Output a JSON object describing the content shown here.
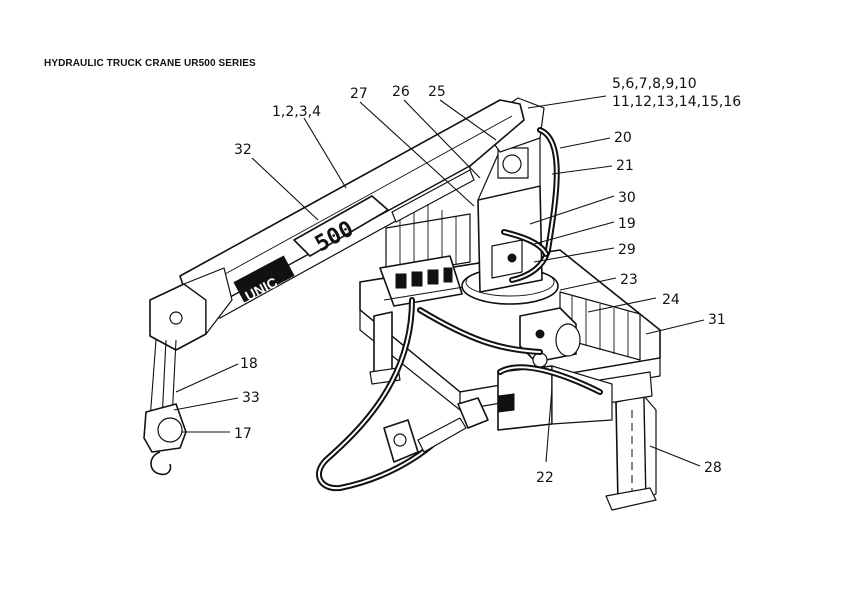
{
  "title": "HYDRAULIC TRUCK CRANE UR500 SERIES",
  "boom_brand": "UNIC",
  "boom_model": "500",
  "callouts": [
    {
      "id": "c-1-4",
      "text": "1,2,3,4"
    },
    {
      "id": "c-32",
      "text": "32"
    },
    {
      "id": "c-27",
      "text": "27"
    },
    {
      "id": "c-26",
      "text": "26"
    },
    {
      "id": "c-25",
      "text": "25"
    },
    {
      "id": "c-5-10",
      "text": "5,6,7,8,9,10"
    },
    {
      "id": "c-11-16",
      "text": "11,12,13,14,15,16"
    },
    {
      "id": "c-20",
      "text": "20"
    },
    {
      "id": "c-21",
      "text": "21"
    },
    {
      "id": "c-30",
      "text": "30"
    },
    {
      "id": "c-19",
      "text": "19"
    },
    {
      "id": "c-29",
      "text": "29"
    },
    {
      "id": "c-23",
      "text": "23"
    },
    {
      "id": "c-24",
      "text": "24"
    },
    {
      "id": "c-31",
      "text": "31"
    },
    {
      "id": "c-18",
      "text": "18"
    },
    {
      "id": "c-33",
      "text": "33"
    },
    {
      "id": "c-17",
      "text": "17"
    },
    {
      "id": "c-22",
      "text": "22"
    },
    {
      "id": "c-28",
      "text": "28"
    }
  ]
}
